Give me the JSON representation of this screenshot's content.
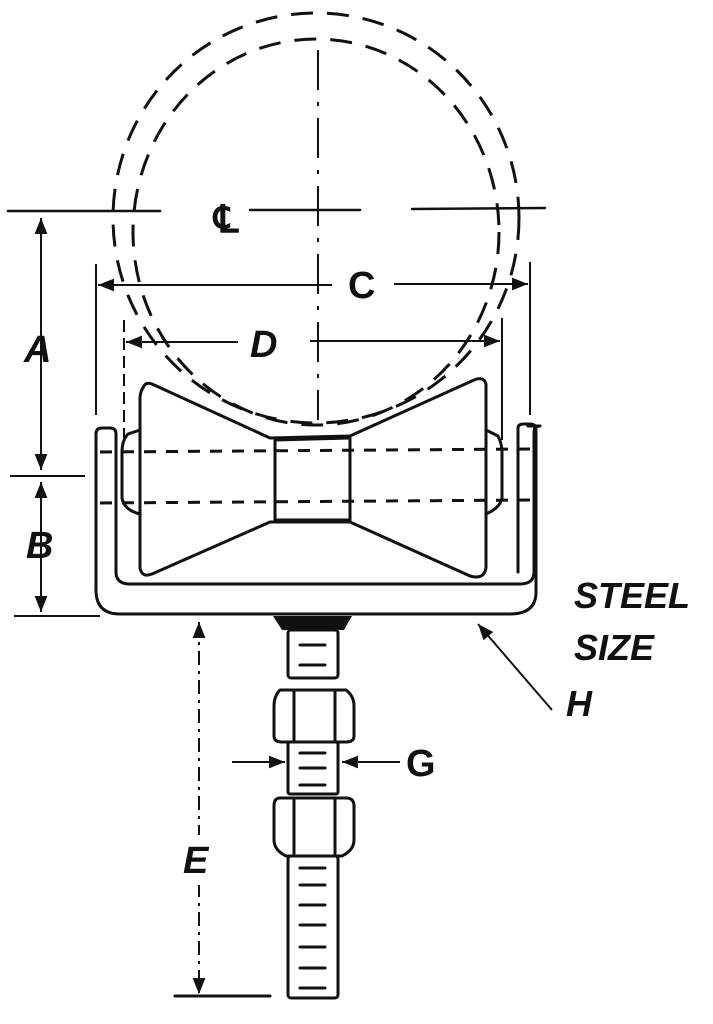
{
  "diagram": {
    "type": "engineering-dimension-drawing",
    "subject": "Pipe roller support with threaded rod",
    "labels": {
      "centerline": "℄",
      "A": "A",
      "B": "B",
      "C": "C",
      "D": "D",
      "E": "E",
      "G": "G",
      "H": "H"
    },
    "callout": {
      "line1": "STEEL",
      "line2": "SIZE"
    },
    "colors": {
      "ink": "#111111",
      "paper": "#ffffff"
    }
  }
}
